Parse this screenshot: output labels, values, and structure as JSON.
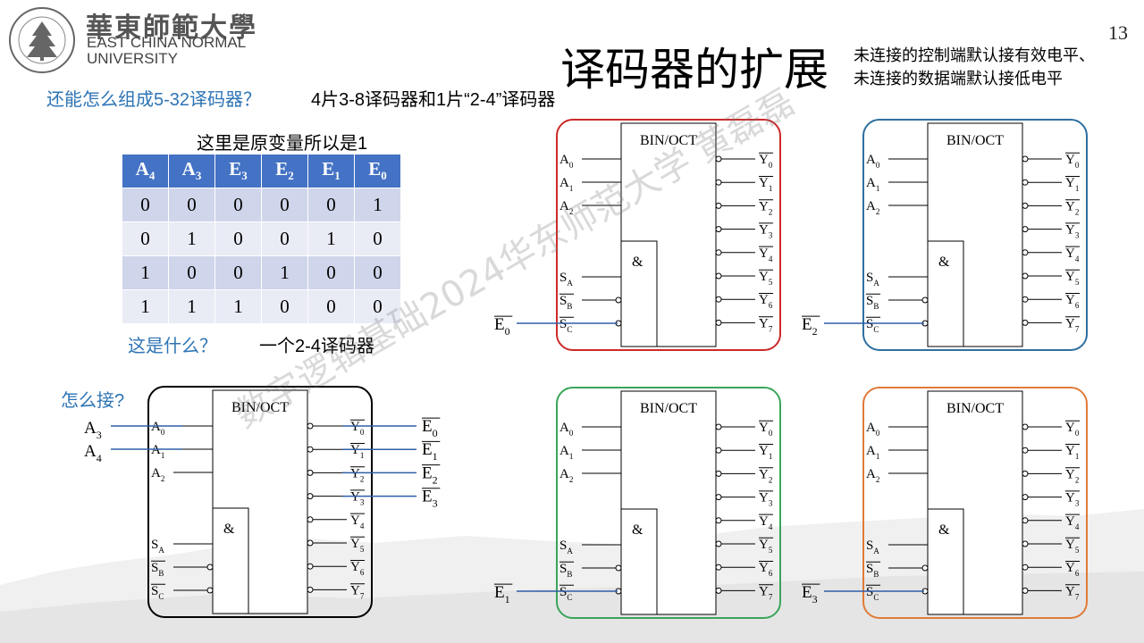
{
  "header": {
    "logo_cn": "華東師範大學",
    "logo_en_line1": "EAST CHINA NORMAL",
    "logo_en_line2": "UNIVERSITY",
    "page_number": "13",
    "title": "译码器的扩展",
    "note_line1": "未连接的控制端默认接有效电平、",
    "note_line2": "未连接的数据端默认接低电平"
  },
  "questions": {
    "q1": "还能怎么组成5-32译码器？",
    "a1": "4片3-8译码器和1片“2-4”译码器",
    "hint": "这里是原变量所以是1",
    "q2": "这是什么？",
    "a2": "一个2-4译码器",
    "q3": "怎么接?"
  },
  "truth_table": {
    "headers": [
      {
        "base": "A",
        "sub": "4"
      },
      {
        "base": "A",
        "sub": "3"
      },
      {
        "base": "E",
        "sub": "3"
      },
      {
        "base": "E",
        "sub": "2"
      },
      {
        "base": "E",
        "sub": "1"
      },
      {
        "base": "E",
        "sub": "0"
      }
    ],
    "rows": [
      [
        "0",
        "0",
        "0",
        "0",
        "0",
        "1"
      ],
      [
        "0",
        "1",
        "0",
        "0",
        "1",
        "0"
      ],
      [
        "1",
        "0",
        "0",
        "1",
        "0",
        "0"
      ],
      [
        "1",
        "1",
        "1",
        "0",
        "0",
        "0"
      ]
    ]
  },
  "decoder": {
    "title": "BIN/OCT",
    "and_symbol": "&",
    "input_labels": [
      {
        "base": "A",
        "sub": "0"
      },
      {
        "base": "A",
        "sub": "1"
      },
      {
        "base": "A",
        "sub": "2"
      }
    ],
    "enable_labels": [
      {
        "base": "S",
        "sub": "A"
      },
      {
        "base": "S",
        "sub": "B"
      },
      {
        "base": "S",
        "sub": "C"
      }
    ],
    "output_labels": [
      {
        "base": "Y",
        "sub": "0"
      },
      {
        "base": "Y",
        "sub": "1"
      },
      {
        "base": "Y",
        "sub": "2"
      },
      {
        "base": "Y",
        "sub": "3"
      },
      {
        "base": "Y",
        "sub": "4"
      },
      {
        "base": "Y",
        "sub": "5"
      },
      {
        "base": "Y",
        "sub": "6"
      },
      {
        "base": "Y",
        "sub": "7"
      }
    ]
  },
  "connections": {
    "a_inputs": [
      {
        "base": "A",
        "sub": "3"
      },
      {
        "base": "A",
        "sub": "4"
      }
    ],
    "e_outputs": [
      {
        "base": "E",
        "sub": "0"
      },
      {
        "base": "E",
        "sub": "1"
      },
      {
        "base": "E",
        "sub": "2"
      },
      {
        "base": "E",
        "sub": "3"
      }
    ]
  },
  "watermark": "数字逻辑基础2024华东师范大学 黄磊磊",
  "colors": {
    "accent_blue": "#2e74b5",
    "table_header": "#4472c4",
    "frame_red": "#cc2a2a",
    "frame_blue": "#2e6fa0",
    "frame_green": "#3aa55a",
    "frame_orange": "#e07b39",
    "frame_black": "#000000",
    "wire_blue": "#2e5fa8"
  }
}
